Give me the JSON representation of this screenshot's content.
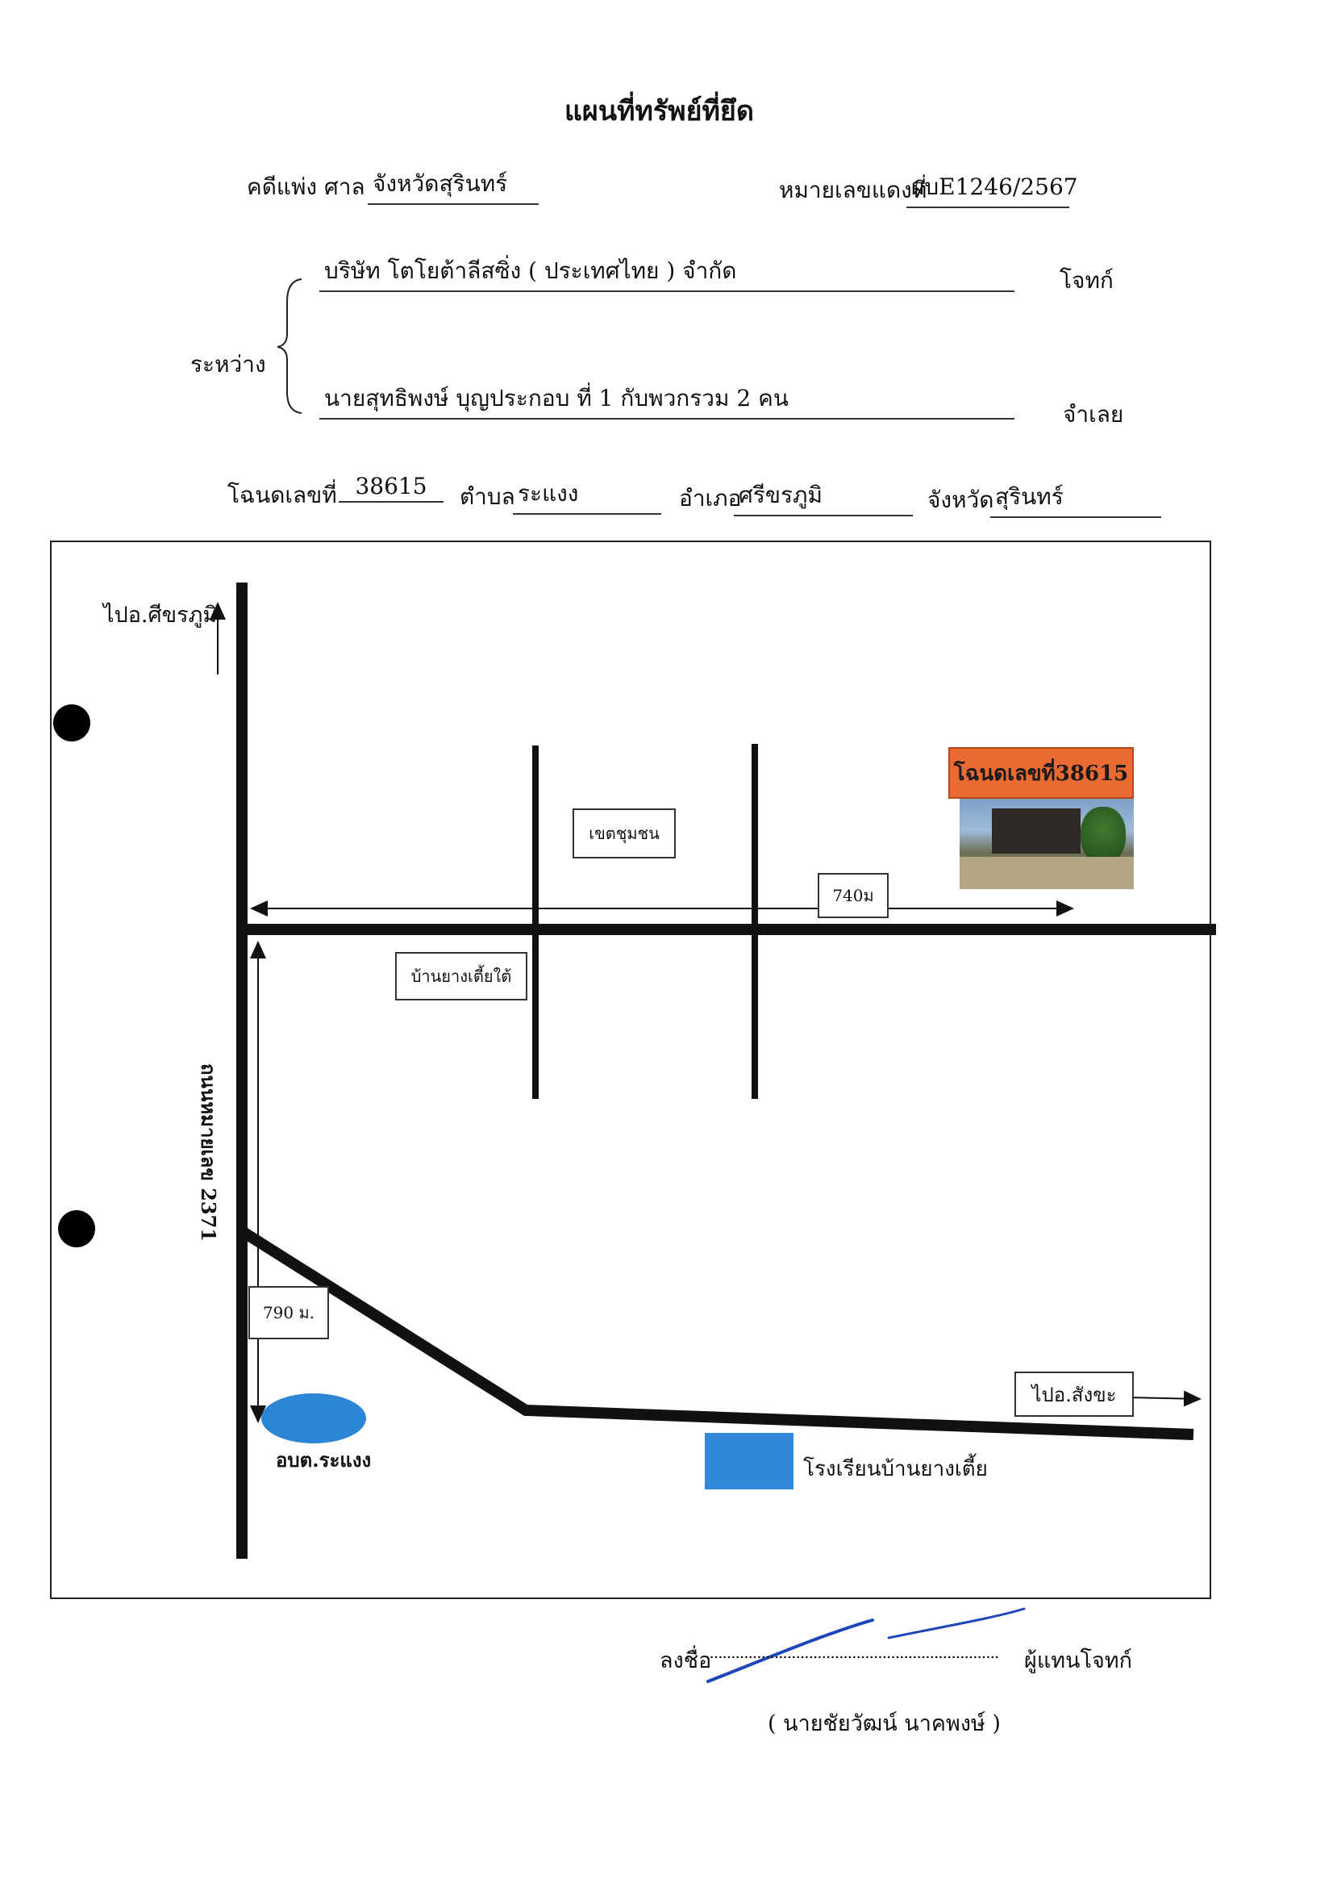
{
  "title": "แผนที่ทรัพย์ที่ยึด",
  "case": {
    "court_label": "คดีแพ่ง ศาล",
    "court_value": "จังหวัดสุรินทร์",
    "red_no_label": "หมายเลขแดงที่",
    "red_no_value": "ผบE1246/2567"
  },
  "parties": {
    "between_label": "ระหว่าง",
    "plaintiff_value": "บริษัท โตโยต้าลีสซิ่ง ( ประเทศไทย ) จำกัด",
    "plaintiff_role": "โจทก์",
    "defendant_value": "นายสุทธิพงษ์ บุญประกอบ ที่ 1 กับพวกรวม 2 คน",
    "defendant_role": "จำเลย"
  },
  "deed": {
    "deed_label": "โฉนดเลขที่",
    "deed_value": "38615",
    "subdistrict_label": "ตำบล",
    "subdistrict_value": "ระแงง",
    "district_label": "อำเภอ",
    "district_value": "ศรีขรภูมิ",
    "province_label": "จังหวัด",
    "province_value": "สุรินทร์"
  },
  "map": {
    "to_srikhoraphum": "ไปอ.ศีขรภูมิ",
    "property_tag": "โฉนดเลขที่38615",
    "community_zone": "เขตชุมชน",
    "distance_740": "740ม",
    "village_south": "บ้านยางเตี้ยใต้",
    "highway": "ถนนหมายเลข 2371",
    "distance_790": "790 ม.",
    "to_sangkha": "ไปอ.สังขะ",
    "sao_office": "อบต.ระแงง",
    "school": "โรงเรียนบ้านยางเตี้ย"
  },
  "signature": {
    "sign_label": "ลงชื่อ",
    "dots": "....................................................................",
    "role": "ผู้แทนโจทก์",
    "name": "( นายชัยวัฒน์   นาคพงษ์ )"
  }
}
